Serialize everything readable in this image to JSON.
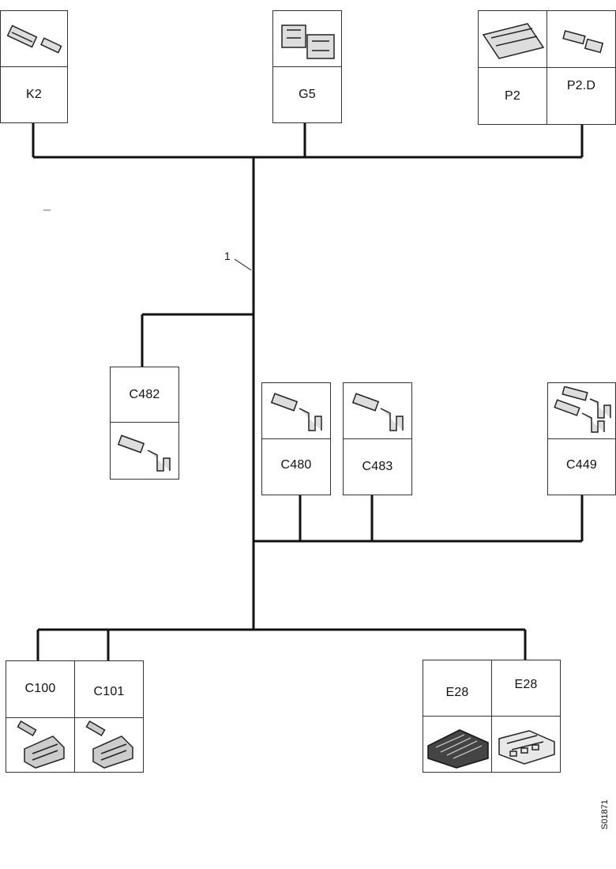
{
  "wire_label": "1",
  "figure_code": "S01871",
  "connectors": {
    "k2": "K2",
    "g5": "G5",
    "p2": "P2",
    "p2d": "P2.D",
    "c482": "C482",
    "c480": "C480",
    "c483": "C483",
    "c449": "C449",
    "c100": "C100",
    "c101": "C101",
    "e28a": "E28",
    "e28b": "E28"
  }
}
